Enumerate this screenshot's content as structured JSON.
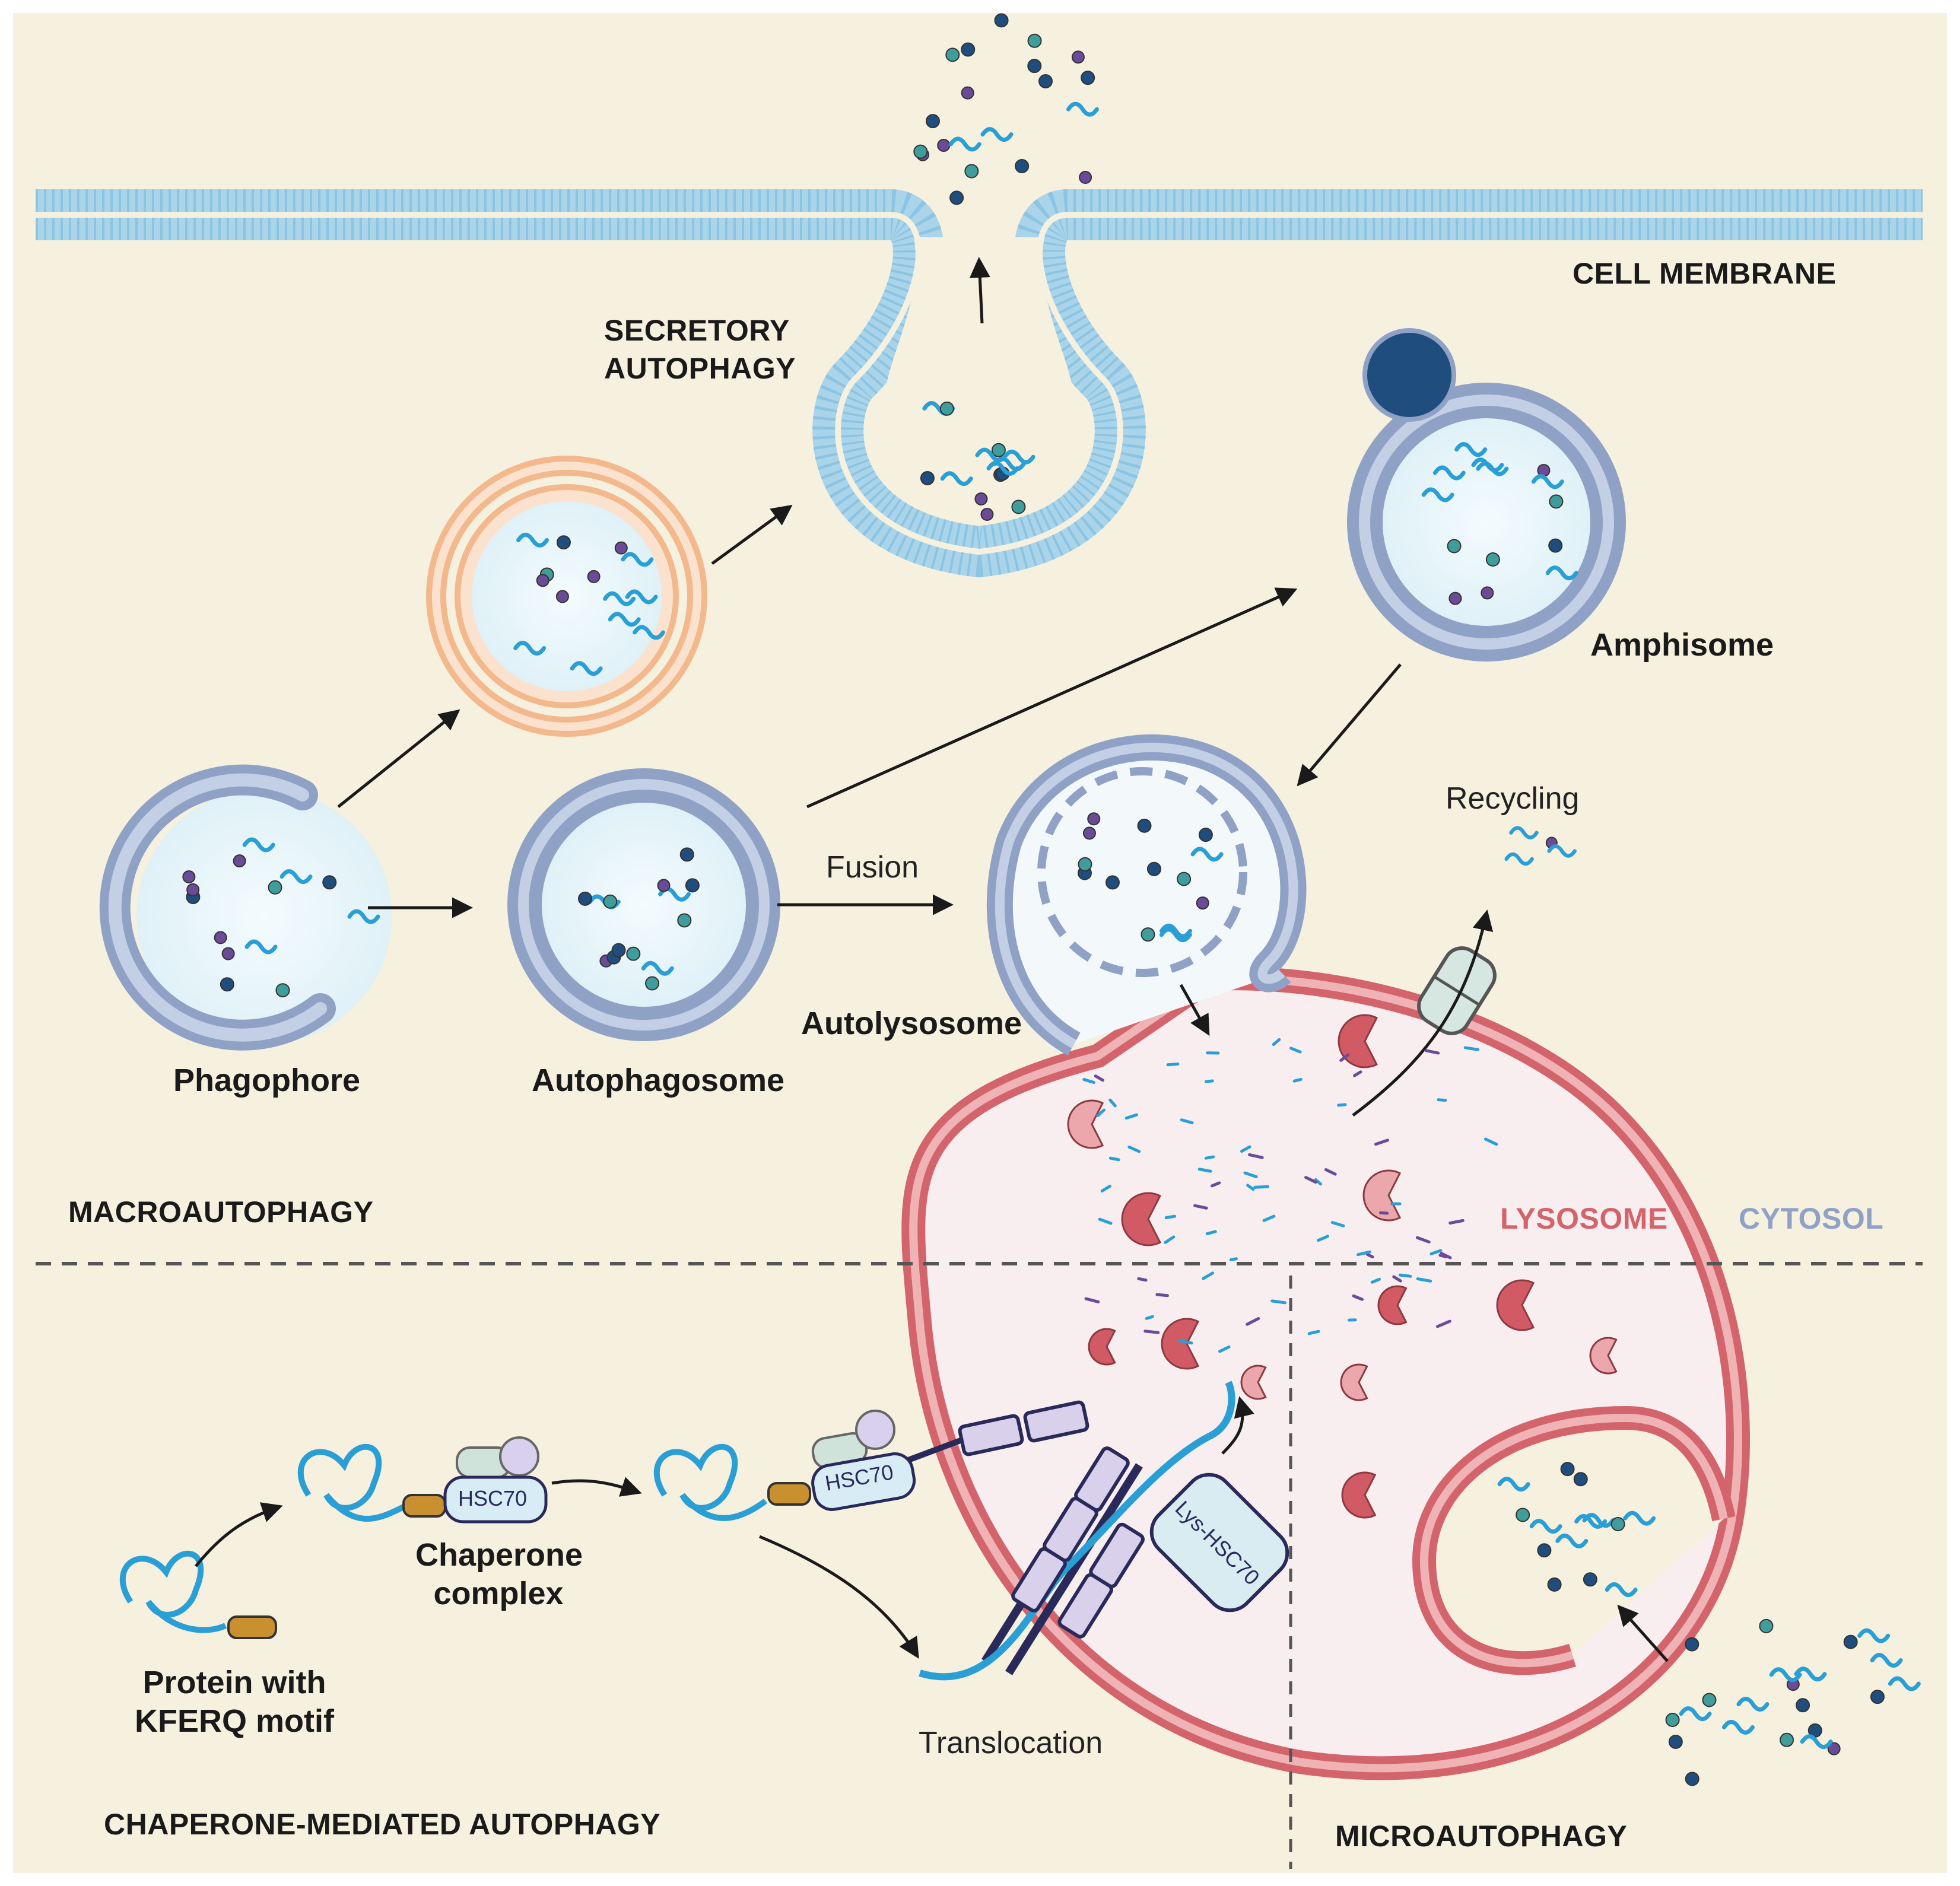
{
  "labels": {
    "cell_membrane": "CELL MEMBRANE",
    "secretory_line1": "SECRETORY",
    "secretory_line2": "AUTOPHAGY",
    "amphisome": "Amphisome",
    "phagophore": "Phagophore",
    "autophagosome": "Autophagosome",
    "fusion": "Fusion",
    "autolysosome": "Autolysosome",
    "recycling": "Recycling",
    "lysosome": "LYSOSOME",
    "cytosol": "CYTOSOL",
    "macroautophagy": "MACROAUTOPHAGY",
    "hsc70_a": "HSC70",
    "hsc70_b": "HSC70",
    "lys_hsc70": "Lys-HSC70",
    "chaperone_line1": "Chaperone",
    "chaperone_line2": "complex",
    "protein_line1": "Protein with",
    "protein_line2": "KFERQ motif",
    "translocation": "Translocation",
    "cma": "CHAPERONE-MEDIATED AUTOPHAGY",
    "microautophagy": "MICROAUTOPHAGY"
  },
  "colors": {
    "background": "#f6f0df",
    "membrane": "#a9d4ea",
    "vesicle_membrane": "#8fa2c6",
    "lysosome_membrane": "#d4646b",
    "lysosome_lumen": "#f8eef0",
    "secretory_vesicle": "#f3b88b",
    "protein": "#2a9fd6",
    "teal_dot": "#3f9e9c",
    "navy_dot": "#1e4d7e",
    "purple_dot": "#6b4a98",
    "enzyme": "#d25a64"
  }
}
